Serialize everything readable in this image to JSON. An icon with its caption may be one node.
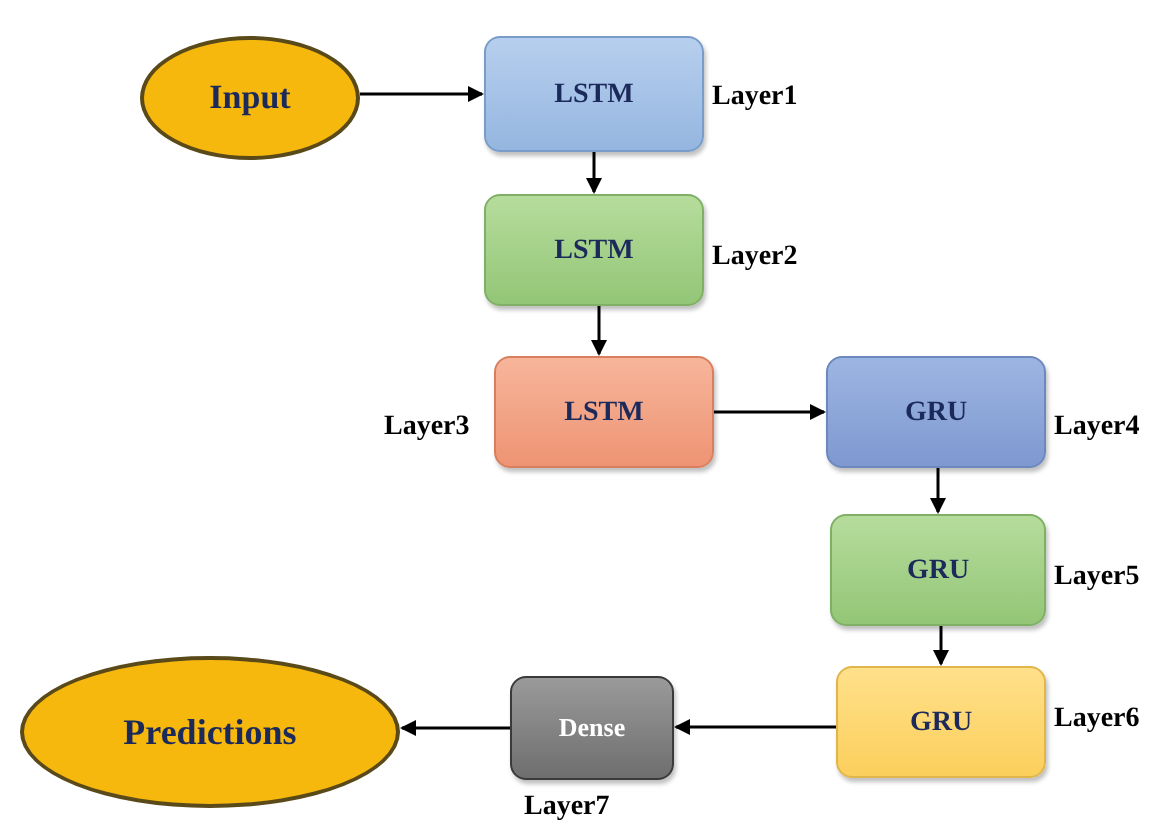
{
  "diagram": {
    "nodes": [
      {
        "text": [
          "Input"
        ]
      },
      {
        "text": [
          "LSTM"
        ],
        "beside": [
          "Layer1"
        ]
      },
      {
        "text": [
          "LSTM"
        ],
        "beside": [
          "Layer2"
        ]
      },
      {
        "text": [
          "LSTM"
        ],
        "beside": [
          "Layer3"
        ]
      },
      {
        "text": [
          "GRU"
        ],
        "beside": [
          "Layer4"
        ]
      },
      {
        "text": [
          "GRU"
        ],
        "beside": [
          "Layer5"
        ]
      },
      {
        "text": [
          "GRU"
        ],
        "beside": [
          "Layer6"
        ]
      },
      {
        "text": [
          "Dense"
        ],
        "beside": [
          "Layer7"
        ]
      },
      {
        "text": [
          "Predictions"
        ]
      }
    ],
    "edges": [
      {
        "from": 0,
        "to": 1,
        "arrow": "to"
      },
      {
        "from": 1,
        "to": 2,
        "arrow": "to"
      },
      {
        "from": 2,
        "to": 3,
        "arrow": "to"
      },
      {
        "from": 3,
        "to": 4,
        "arrow": "to"
      },
      {
        "from": 4,
        "to": 5,
        "arrow": "to"
      },
      {
        "from": 5,
        "to": 6,
        "arrow": "to"
      },
      {
        "from": 6,
        "to": 7,
        "arrow": "to"
      },
      {
        "from": 7,
        "to": 8,
        "arrow": "to"
      }
    ]
  }
}
